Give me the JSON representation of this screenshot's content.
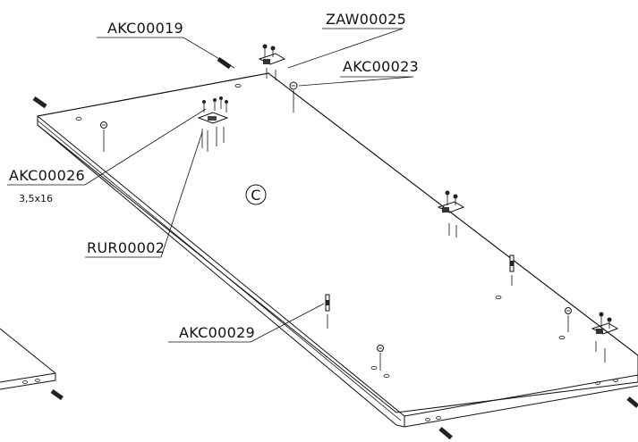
{
  "labels": {
    "akc00019": "AKC00019",
    "zaw00025": "ZAW00025",
    "akc00023": "AKC00023",
    "akc00026": "AKC00026",
    "akc00026_size": "3,5x16",
    "rur00002": "RUR00002",
    "akc00029": "AKC00029",
    "panel_marker": "C"
  }
}
